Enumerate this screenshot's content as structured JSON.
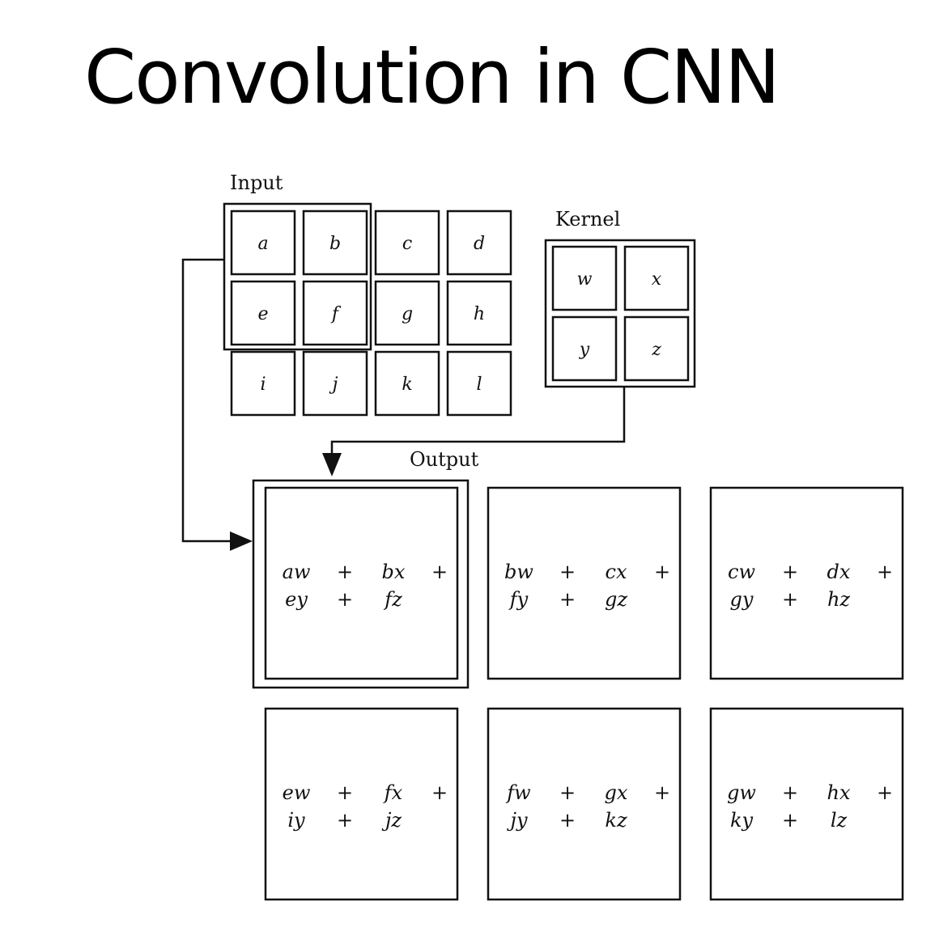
{
  "title": "Convolution in CNN",
  "labels": {
    "input": "Input",
    "kernel": "Kernel",
    "output": "Output"
  },
  "input": [
    [
      "a",
      "b",
      "c",
      "d"
    ],
    [
      "e",
      "f",
      "g",
      "h"
    ],
    [
      "i",
      "j",
      "k",
      "l"
    ]
  ],
  "kernel": [
    [
      "w",
      "x"
    ],
    [
      "y",
      "z"
    ]
  ],
  "output": [
    [
      [
        [
          "aw",
          "+",
          "bx",
          "+"
        ],
        [
          "ey",
          "+",
          "fz"
        ]
      ],
      [
        [
          "bw",
          "+",
          "cx",
          "+"
        ],
        [
          "fy",
          "+",
          "gz"
        ]
      ],
      [
        [
          "cw",
          "+",
          "dx",
          "+"
        ],
        [
          "gy",
          "+",
          "hz"
        ]
      ]
    ],
    [
      [
        [
          "ew",
          "+",
          "fx",
          "+"
        ],
        [
          "iy",
          "+",
          "jz"
        ]
      ],
      [
        [
          "fw",
          "+",
          "gx",
          "+"
        ],
        [
          "jy",
          "+",
          "kz"
        ]
      ],
      [
        [
          "gw",
          "+",
          "hx",
          "+"
        ],
        [
          "ky",
          "+",
          "lz"
        ]
      ]
    ]
  ]
}
